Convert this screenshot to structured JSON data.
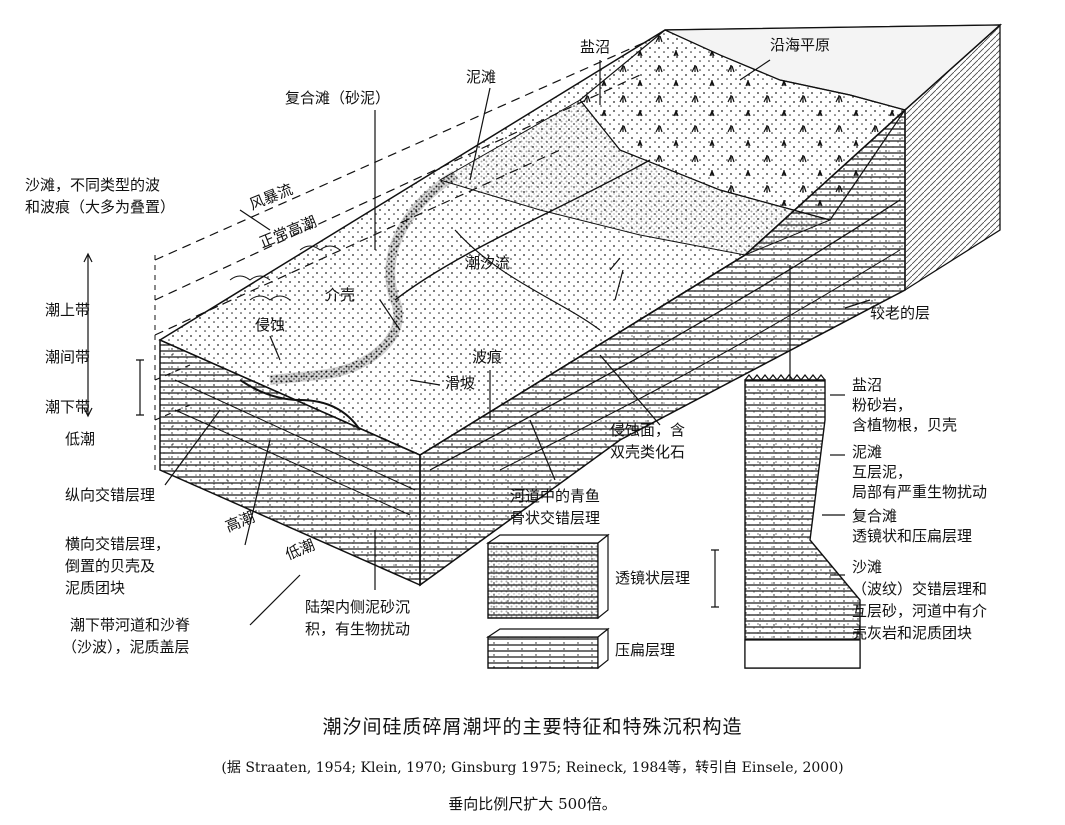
{
  "labels": {
    "coastal_plain": "沿海平原",
    "salt_marsh": "盐沼",
    "mud_flat": "泥滩",
    "mixed_flat": "复合滩（砂泥）",
    "sand_flat_1": "沙滩，不同类型的波",
    "sand_flat_2": "和波痕（大多为叠置）",
    "storm_flow": "风暴流",
    "normal_high_tide": "正常高潮",
    "tidal_channel": "潮汐流",
    "shells": "介壳",
    "erosion": "侵蚀",
    "supratidal": "潮上带",
    "intertidal": "潮间带",
    "subtidal": "潮下带",
    "low_tide": "低潮",
    "slump": "滑坡",
    "ripple_marks": "波痕",
    "older_strata": "较老的层",
    "erosion_surface_1": "侵蚀面，含",
    "erosion_surface_2": "双壳类化石",
    "longitudinal_cross_1": "纵向交错层理",
    "transverse_1": "横向交错层理，",
    "transverse_2": "倒置的贝壳及",
    "transverse_3": "泥质团块",
    "high_tide": "高潮",
    "low_tide_2": "低潮",
    "subtidal_channel_1": "潮下带河道和沙脊",
    "subtidal_channel_2": "（沙波），泥质盖层",
    "inner_shelf_1": "陆架内侧泥砂沉",
    "inner_shelf_2": "积，有生物扰动",
    "herringbone_1": "河道中的青鱼",
    "herringbone_2": "骨状交错层理",
    "lenticular": "透镜状层理",
    "flaser": "压扁层理",
    "col_salt_marsh_1": "盐沼",
    "col_salt_marsh_2": "粉砂岩，",
    "col_salt_marsh_3": "含植物根，贝壳",
    "col_mud_flat_1": "泥滩",
    "col_mud_flat_2": "互层泥，",
    "col_mud_flat_3": "局部有严重生物扰动",
    "col_mixed_1": "复合滩",
    "col_mixed_2": "透镜状和压扁层理",
    "col_sand_1": "沙滩",
    "col_sand_2": "（波纹）交错层理和",
    "col_sand_3": "互层砂，河道中有介",
    "col_sand_4": "壳灰岩和泥质团块"
  },
  "caption": {
    "title": "潮汐间硅质碎屑潮坪的主要特征和特殊沉积构造",
    "source": "(据 Straaten, 1954; Klein, 1970; Ginsburg 1975; Reineck, 1984等，转引自 Einsele, 2000)",
    "scale": "垂向比例尺扩大 500倍。"
  }
}
